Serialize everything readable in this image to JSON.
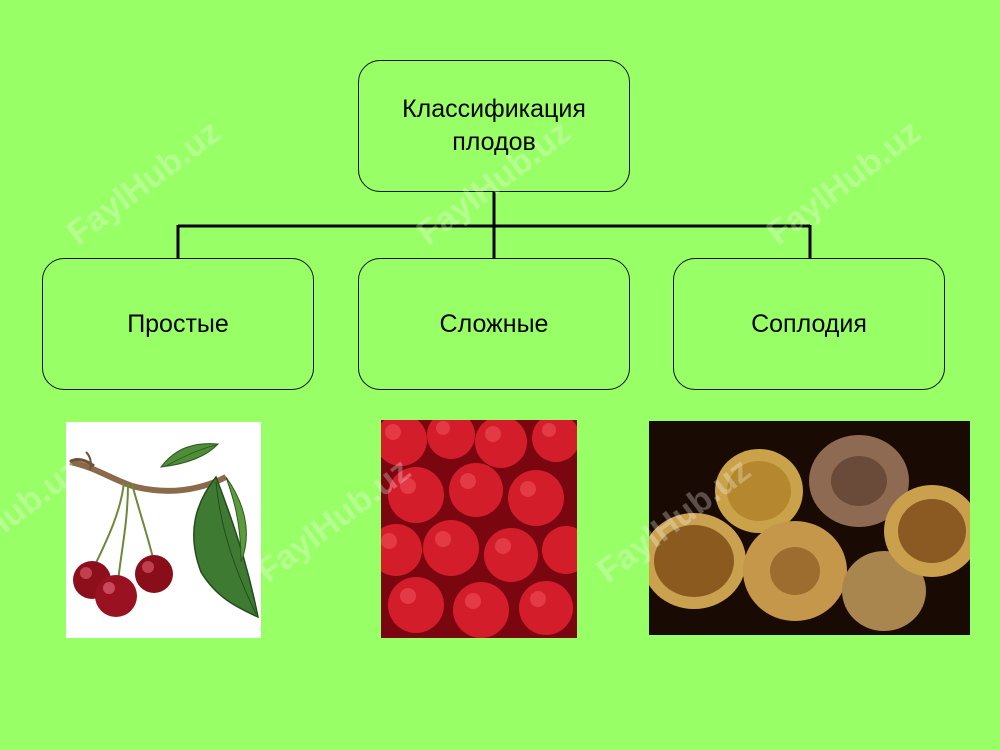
{
  "diagram": {
    "root": {
      "label_line1": "Классификация",
      "label_line2": "плодов"
    },
    "children": [
      {
        "label": "Простые",
        "image": "cherry-illustration"
      },
      {
        "label": "Сложные",
        "image": "raspberry-photo"
      },
      {
        "label": "Соплодия",
        "image": "dried-fig-photo"
      }
    ]
  },
  "watermark": {
    "text": "FaylHub.uz",
    "color": "#ffffff"
  },
  "colors": {
    "background": "#99ff66",
    "border": "#111111",
    "text": "#000000"
  }
}
